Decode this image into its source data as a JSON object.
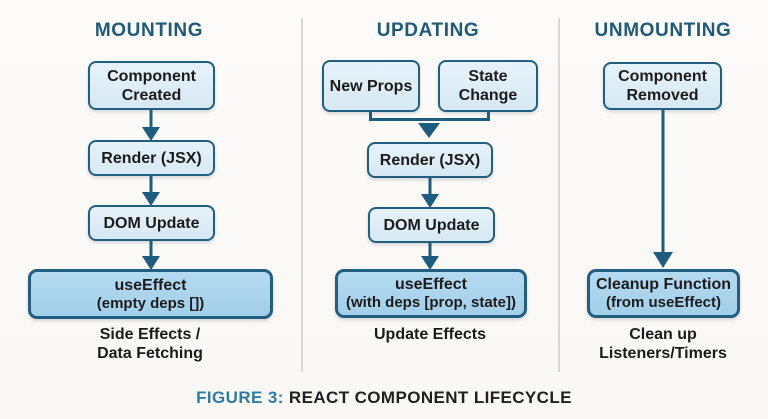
{
  "figure": {
    "caption_label": "FIGURE 3:",
    "caption_title": " REACT COMPONENT LIFECYCLE"
  },
  "colors": {
    "arrow_teal": "#1c5d80",
    "box_border": "#215e80",
    "box_fill_light": "#dcedf7",
    "box_fill_highlight": "#a9d3eb",
    "header_text": "#1e5a79",
    "caption_accent": "#2e7ba6",
    "background": "#fbf9f7"
  },
  "mounting": {
    "title": "MOUNTING",
    "step_component_created": "Component\nCreated",
    "step_render": "Render (JSX)",
    "step_dom_update": "DOM Update",
    "effect_name": "useEffect",
    "effect_detail": "(empty deps [])",
    "note": "Side Effects /\nData Fetching"
  },
  "updating": {
    "title": "UPDATING",
    "input_new_props": "New Props",
    "input_state_change": "State\nChange",
    "step_render": "Render (JSX)",
    "step_dom_update": "DOM Update",
    "effect_name": "useEffect",
    "effect_detail": "(with deps [prop, state])",
    "note": "Update Effects"
  },
  "unmounting": {
    "title": "UNMOUNTING",
    "step_component_removed": "Component\nRemoved",
    "effect_name": "Cleanup Function",
    "effect_detail": "(from useEffect)",
    "note": "Clean up\nListeners/Timers"
  }
}
